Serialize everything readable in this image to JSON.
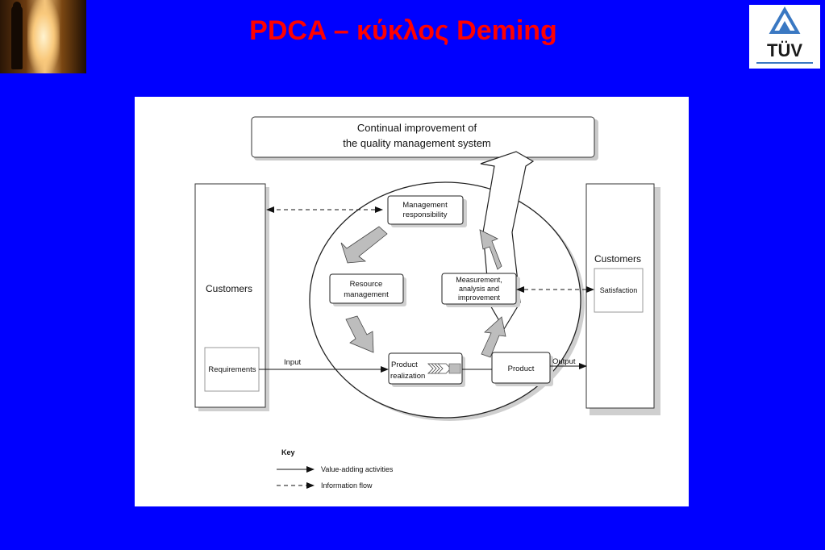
{
  "slide": {
    "title": "PDCA – κύκλος Deming",
    "logo_text": "TÜV"
  },
  "diagram": {
    "top_box_line1": "Continual improvement of",
    "top_box_line2": "the quality management system",
    "customers_left": "Customers",
    "requirements": "Requirements",
    "customers_right": "Customers",
    "satisfaction": "Satisfaction",
    "mgmt_line1": "Management",
    "mgmt_line2": "responsibility",
    "resource_line1": "Resource",
    "resource_line2": "management",
    "measure_line1": "Measurement,",
    "measure_line2": "analysis and",
    "measure_line3": "improvement",
    "product_realization_line1": "Product",
    "product_realization_line2": "realization",
    "product": "Product",
    "input_label": "Input",
    "output_label": "Output",
    "key_title": "Key",
    "key_value_adding": "Value-adding activities",
    "key_information": "Information flow"
  }
}
